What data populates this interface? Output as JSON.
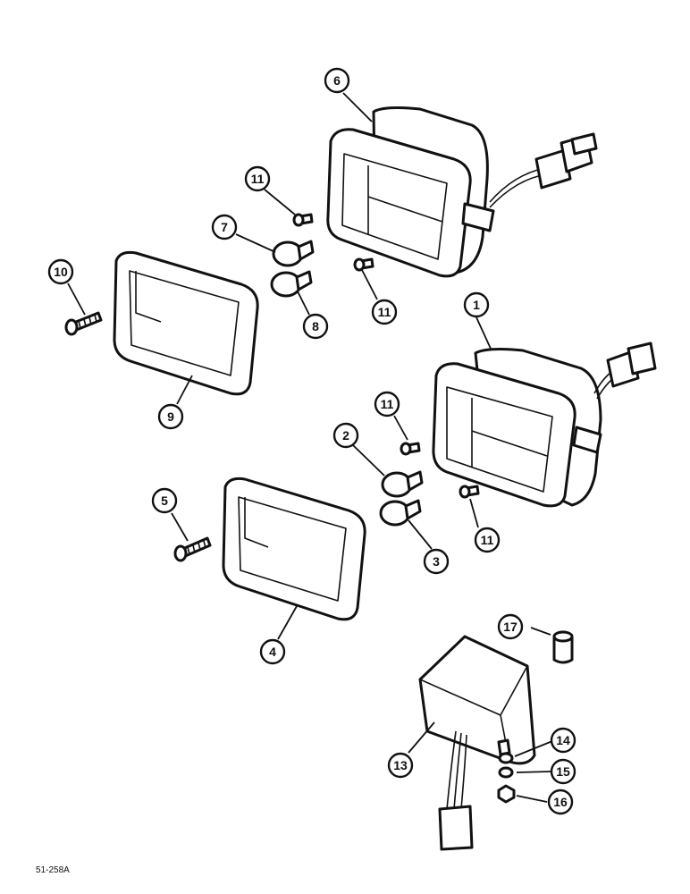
{
  "diagram": {
    "drawing_code": "51-258A",
    "callouts": [
      {
        "id": "1",
        "part": "lamp-assembly-right"
      },
      {
        "id": "2",
        "part": "bulb-upper-center"
      },
      {
        "id": "3",
        "part": "bulb-lower-center"
      },
      {
        "id": "4",
        "part": "lens-frame-lower"
      },
      {
        "id": "5",
        "part": "screw-lower-left"
      },
      {
        "id": "6",
        "part": "lamp-assembly-top"
      },
      {
        "id": "7",
        "part": "bulb-upper-left"
      },
      {
        "id": "8",
        "part": "bulb-lower-left"
      },
      {
        "id": "9",
        "part": "lens-frame-upper"
      },
      {
        "id": "10",
        "part": "screw-upper-left"
      },
      {
        "id": "11",
        "part": "screw-small"
      },
      {
        "id": "11",
        "part": "screw-small"
      },
      {
        "id": "11",
        "part": "screw-small"
      },
      {
        "id": "11",
        "part": "screw-small"
      },
      {
        "id": "13",
        "part": "license-lamp-housing"
      },
      {
        "id": "14",
        "part": "washer-flat"
      },
      {
        "id": "15",
        "part": "washer-lock"
      },
      {
        "id": "16",
        "part": "nut"
      },
      {
        "id": "17",
        "part": "bulb-small"
      }
    ]
  }
}
